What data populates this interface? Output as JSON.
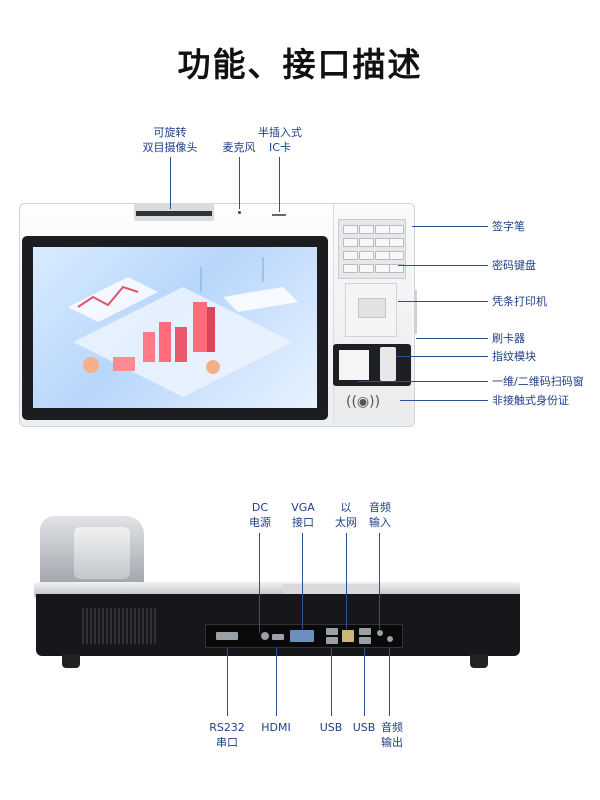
{
  "title": "功能、接口描述",
  "front_labels": {
    "camera_line1": "可旋转",
    "camera_line2": "双目摄像头",
    "microphone": "麦克风",
    "ic_line1": "半插入式",
    "ic_line2": "IC卡",
    "signature_pen": "签字笔",
    "password_keypad": "密码键盘",
    "receipt_printer": "凭条打印机",
    "card_swiper": "刷卡器",
    "fingerprint_module": "指纹模块",
    "barcode_scanner": "一维/二维码扫码窗",
    "contactless_id": "非接触式身份证"
  },
  "rear_labels": {
    "dc_line1": "DC",
    "dc_line2": "电源",
    "vga_line1": "VGA",
    "vga_line2": "接口",
    "net_line1": "以",
    "net_line2": "太网",
    "audio_in_line1": "音频",
    "audio_in_line2": "输入",
    "rs232_line1": "RS232",
    "rs232_line2": "串口",
    "hdmi": "HDMI",
    "usb1": "USB",
    "usb2": "USB",
    "audio_out_line1": "音频",
    "audio_out_line2": "输出"
  },
  "colors": {
    "label": "#1f3f86",
    "line": "#2c4f96",
    "title": "#111111"
  }
}
